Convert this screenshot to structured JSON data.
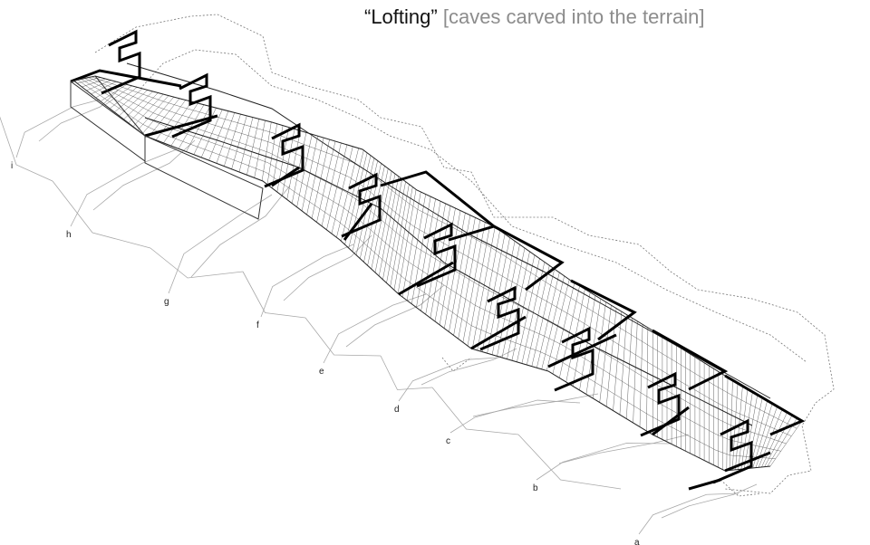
{
  "title": {
    "main": "“Lofting”",
    "subtitle": "[caves carved into the terrain]"
  },
  "section_labels": [
    "a",
    "b",
    "c",
    "d",
    "e",
    "f",
    "g",
    "h",
    "i"
  ],
  "colors": {
    "ink": "#111111",
    "subtitle": "#8c8c8c",
    "terrain": "#9a9a9a"
  }
}
